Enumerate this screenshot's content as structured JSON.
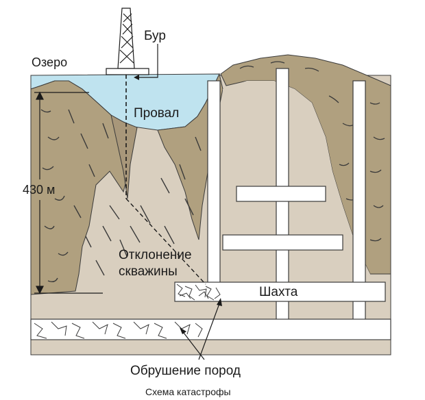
{
  "labels": {
    "lake": "Озеро",
    "drill": "Бур",
    "sinkhole": "Провал",
    "depth": "430 м",
    "deviation_line1": "Отклонение",
    "deviation_line2": "скважины",
    "mine": "Шахта",
    "collapse": "Обрушение пород",
    "caption": "Схема катастрофы"
  },
  "colors": {
    "ground": "#d9cfbf",
    "rock": "#b0a07f",
    "water": "#bfe3ef",
    "outline": "#3a3a3a",
    "tunnel": "#ffffff"
  }
}
